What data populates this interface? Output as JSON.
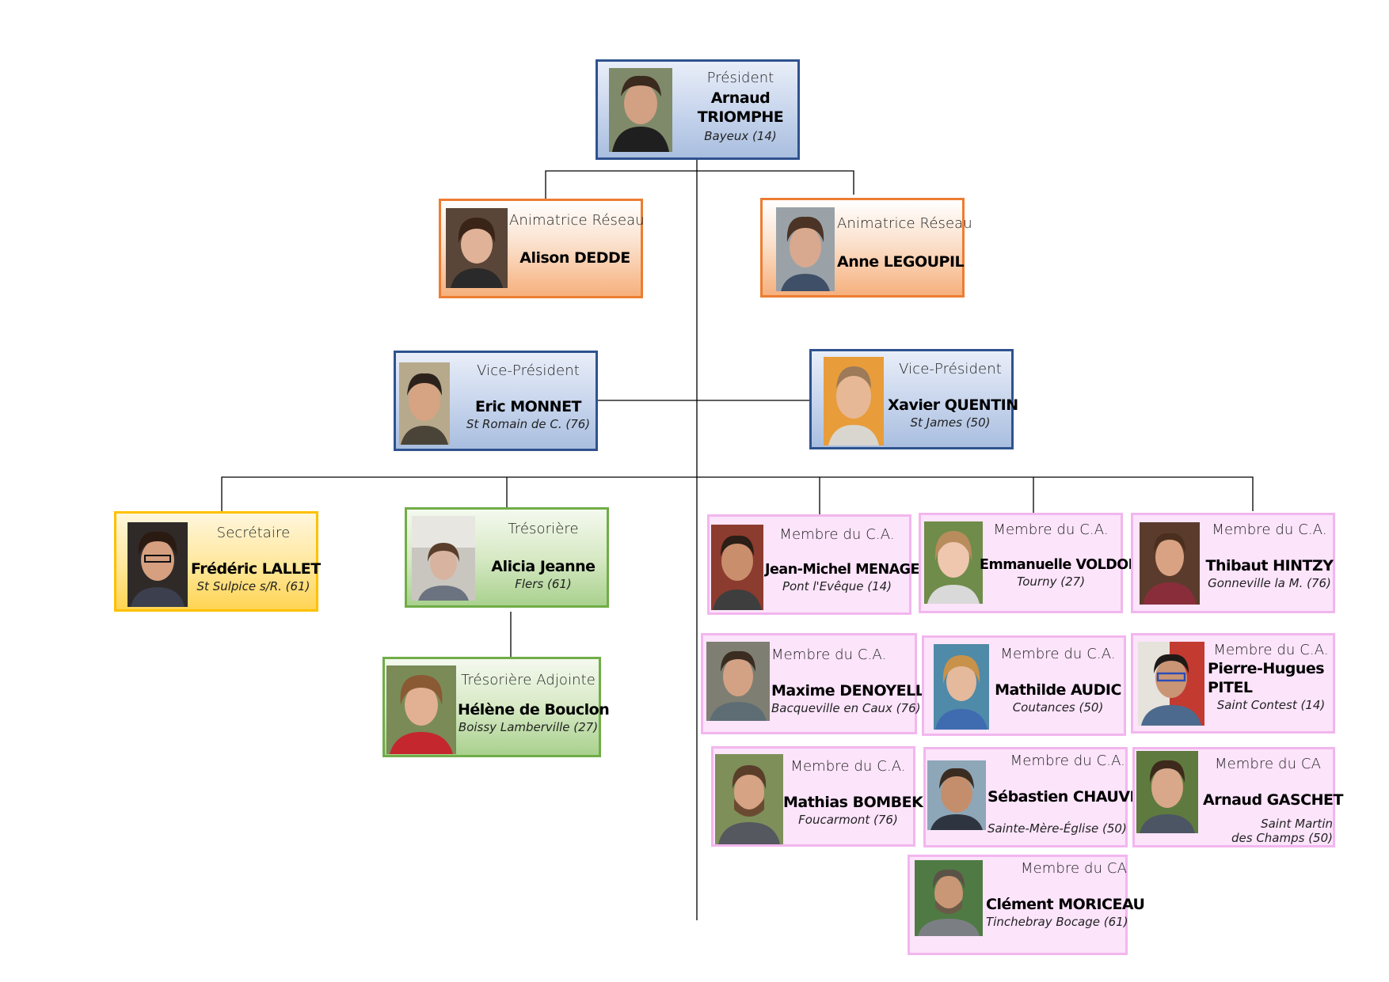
{
  "president": {
    "role": "Président",
    "name_line1": "Arnaud",
    "name_line2": "TRIOMPHE",
    "location": "Bayeux (14)"
  },
  "animatrice_1": {
    "role": "Animatrice Réseau",
    "name": "Alison DEDDE"
  },
  "animatrice_2": {
    "role": "Animatrice Réseau",
    "name": "Anne LEGOUPIL"
  },
  "vp_1": {
    "role": "Vice-Président",
    "name": "Eric MONNET",
    "location": "St Romain de C. (76)"
  },
  "vp_2": {
    "role": "Vice-Président",
    "name": "Xavier QUENTIN",
    "location": "St James (50)"
  },
  "secretaire": {
    "role": "Secrétaire",
    "name": "Frédéric LALLET",
    "location": "St Sulpice s/R. (61)"
  },
  "tresoriere": {
    "role": "Trésorière",
    "name": "Alicia Jeanne",
    "location": "Flers (61)"
  },
  "tresoriere_adjointe": {
    "role": "Trésorière Adjointe",
    "name": "Hélène de Bouclon",
    "location": "Boissy Lamberville (27)"
  },
  "members": [
    {
      "role": "Membre du C.A.",
      "name": "Jean-Michel MENAGER",
      "location": "Pont l'Evêque (14)"
    },
    {
      "role": "Membre du C.A.",
      "name": "Emmanuelle VOLDOIRE",
      "location": "Tourny (27)"
    },
    {
      "role": "Membre du C.A.",
      "name": "Thibaut HINTZY",
      "location": "Gonneville la M. (76)"
    },
    {
      "role": "Membre du C.A.",
      "name": "Maxime  DENOYELLE",
      "location": "Bacqueville en Caux (76)"
    },
    {
      "role": "Membre du C.A.",
      "name": "Mathilde AUDIC",
      "location": "Coutances (50)"
    },
    {
      "role": "Membre du C.A.",
      "name_line1": "Pierre-Hugues",
      "name_line2": "PITEL",
      "location": "Saint Contest (14)"
    },
    {
      "role": "Membre du C.A.",
      "name": "Mathias BOMBEKE",
      "location": "Foucarmont (76)"
    },
    {
      "role": "Membre du C.A.",
      "name": "Sébastien CHAUVET",
      "location": "Sainte-Mère-Église (50)"
    },
    {
      "role": "Membre du CA",
      "name": "Arnaud GASCHET",
      "location_line1": "Saint Martin",
      "location_line2": "des Champs (50)"
    },
    {
      "role": "Membre du CA",
      "name": "Clément MORICEAU",
      "location": "Tinchebray Bocage (61)"
    }
  ]
}
